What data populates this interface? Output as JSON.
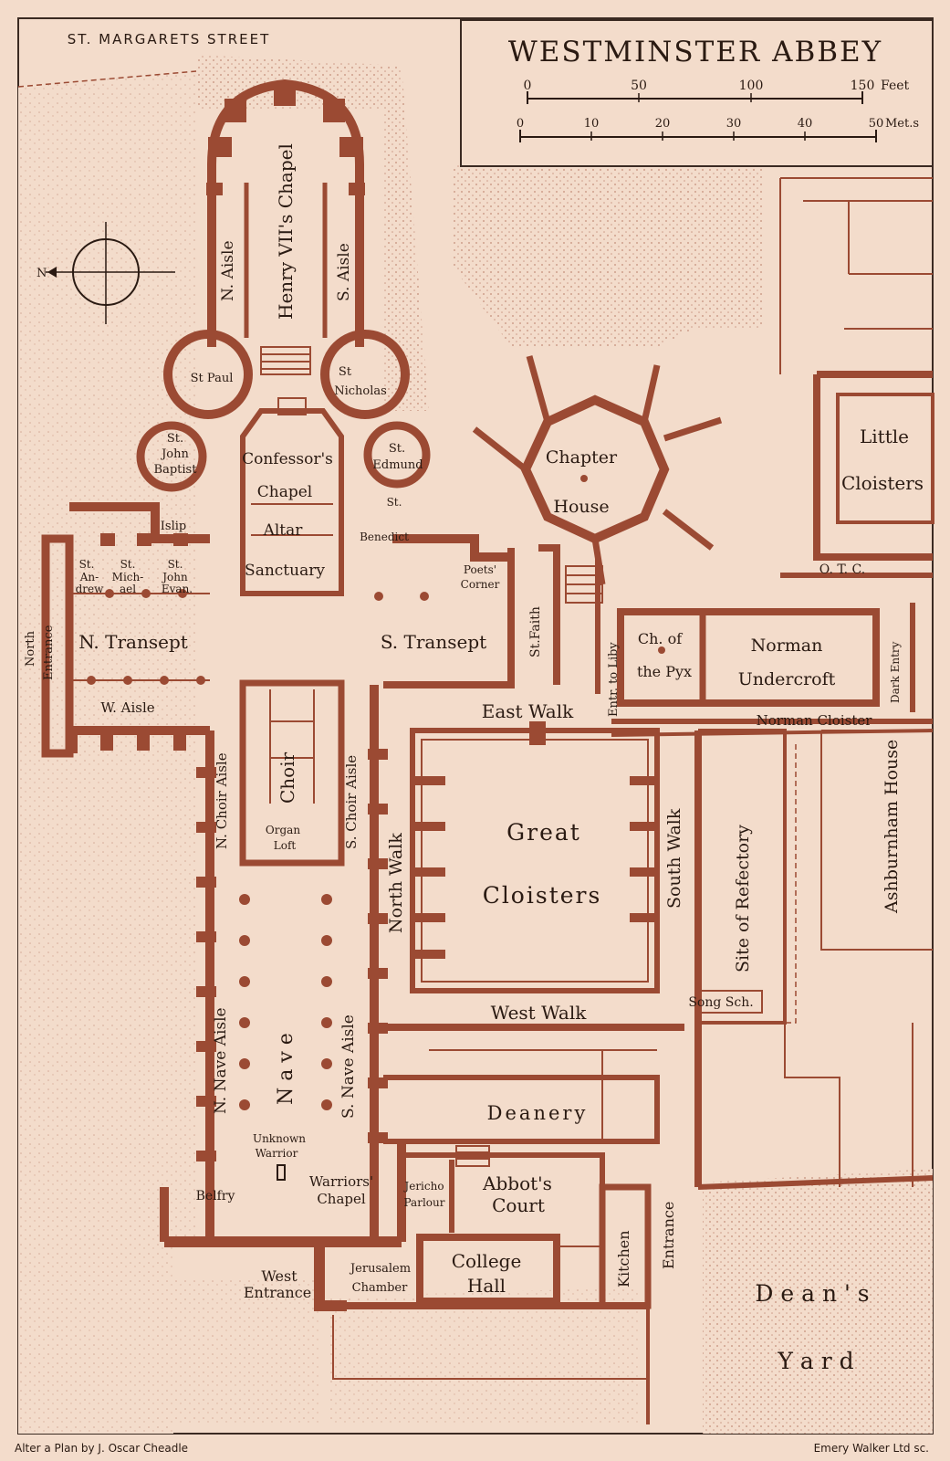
{
  "map": {
    "title": "WESTMINSTER ABBEY",
    "street": "ST. MARGARETS STREET",
    "compass_label": "N",
    "scale_feet": {
      "ticks": [
        "0",
        "50",
        "100",
        "150"
      ],
      "unit": "Feet"
    },
    "scale_metres": {
      "ticks": [
        "0",
        "10",
        "20",
        "30",
        "40",
        "50"
      ],
      "unit": "Met.s"
    },
    "credit_left": "Alter a Plan by J. Oscar Cheadle",
    "credit_right": "Emery Walker Ltd sc.",
    "colors": {
      "paper": "#f3dccb",
      "walls": "#9b4a33",
      "ink": "#2a1a12"
    },
    "labels": {
      "henry_chapel": "Henry VII's Chapel",
      "n_aisle": "N. Aisle",
      "s_aisle": "S. Aisle",
      "st_paul": "St Paul",
      "st_nicholas_1": "St",
      "st_nicholas_2": "Nicholas",
      "st_john_baptist_1": "St.",
      "st_john_baptist_2": "John",
      "st_john_baptist_3": "Baptist",
      "confessors_1": "Confessor's",
      "confessors_2": "Chapel",
      "st_edmund_1": "St.",
      "st_edmund_2": "Edmund",
      "islip": "Islip",
      "altar": "Altar",
      "st_benedict_1": "St.",
      "st_benedict_2": "Benedict",
      "sanctuary": "Sanctuary",
      "st_andrew_1": "St.",
      "st_andrew_2": "An-",
      "st_andrew_3": "drew",
      "st_michael_1": "St.",
      "st_michael_2": "Mich-",
      "st_michael_3": "ael",
      "st_john_evan_1": "St.",
      "st_john_evan_2": "John",
      "st_john_evan_3": "Evan.",
      "poets_1": "Poets'",
      "poets_2": "Corner",
      "chapter_1": "Chapter",
      "chapter_2": "House",
      "little_1": "Little",
      "little_2": "Cloisters",
      "otc": "O. T. C.",
      "north_entrance_1": "North",
      "north_entrance_2": "Entrance",
      "n_transept": "N. Transept",
      "s_transept": "S. Transept",
      "st_faith": "St.Faith",
      "entr_liby": "Entr. to Liby",
      "pyx_1": "Ch. of",
      "pyx_2": "the Pyx",
      "norman_1": "Norman",
      "norman_2": "Undercroft",
      "dark_entry": "Dark Entry",
      "w_aisle": "W. Aisle",
      "east_walk": "East Walk",
      "norman_cloister": "Norman Cloister",
      "n_choir_aisle": "N. Choir Aisle",
      "choir": "Choir",
      "s_choir_aisle": "S. Choir Aisle",
      "organ_1": "Organ",
      "organ_2": "Loft",
      "north_walk": "North Walk",
      "great_1": "Great",
      "great_2": "Cloisters",
      "south_walk": "South Walk",
      "refectory": "Site of Refectory",
      "ashburnham": "Ashburnham House",
      "n_nave_aisle": "N. Nave Aisle",
      "nave": "N a v e",
      "s_nave_aisle": "S. Nave Aisle",
      "song_sch": "Song Sch.",
      "west_walk": "West Walk",
      "deanery": "Deanery",
      "unknown_1": "Unknown",
      "unknown_2": "Warrior",
      "warriors_1": "Warriors'",
      "warriors_2": "Chapel",
      "jericho_1": "Jericho",
      "jericho_2": "Parlour",
      "abbots_1": "Abbot's",
      "abbots_2": "Court",
      "belfry": "Belfry",
      "west_entrance_1": "West",
      "west_entrance_2": "Entrance",
      "jerusalem_1": "Jerusalem",
      "jerusalem_2": "Chamber",
      "college_1": "College",
      "college_2": "Hall",
      "kitchen": "Kitchen",
      "entrance": "Entrance",
      "deans_1": "D e a n ' s",
      "deans_2": "Y a r d"
    }
  }
}
